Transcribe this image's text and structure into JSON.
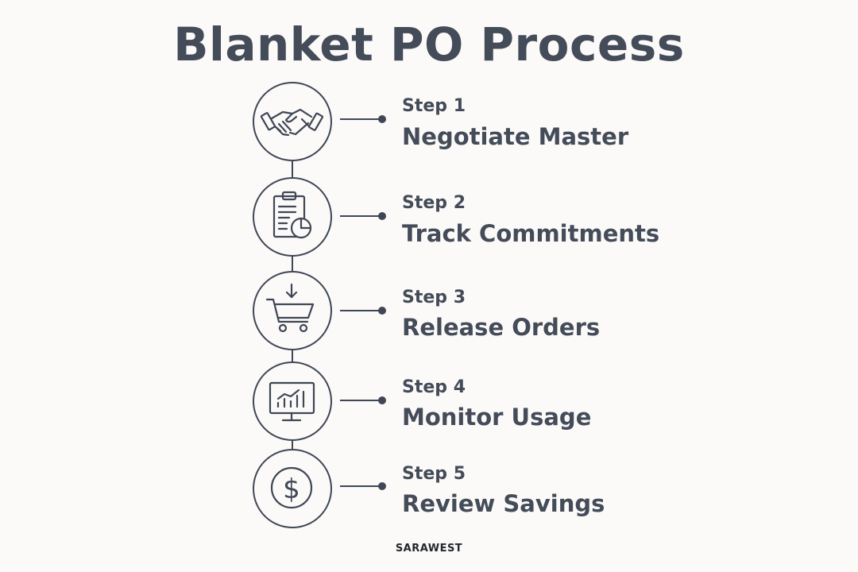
{
  "title": "Blanket PO Process",
  "steps": [
    {
      "label": "Step 1",
      "title": "Negotiate Master",
      "icon": "handshake-icon"
    },
    {
      "label": "Step 2",
      "title": "Track Commitments",
      "icon": "clipboard-chart-icon"
    },
    {
      "label": "Step 3",
      "title": "Release Orders",
      "icon": "shopping-cart-icon"
    },
    {
      "label": "Step 4",
      "title": "Monitor Usage",
      "icon": "monitor-chart-icon"
    },
    {
      "label": "Step 5",
      "title": "Review Savings",
      "icon": "dollar-coin-icon"
    }
  ],
  "brand": "SARAWEST",
  "colors": {
    "background": "#fbfaf8",
    "ink": "#3f4655"
  }
}
